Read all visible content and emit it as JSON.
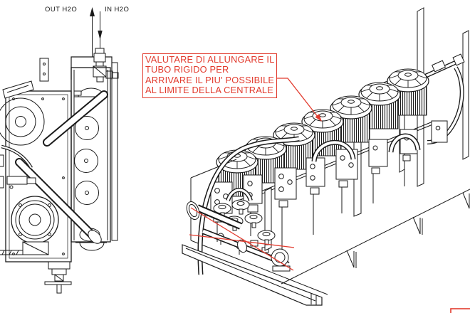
{
  "colors": {
    "line": "#1a1a1a",
    "annotation_red": "#e23b2e",
    "background": "#ffffff"
  },
  "left_view": {
    "water_out_label": "OUT H2O",
    "water_in_label": "IN H2O"
  },
  "annotation_note": {
    "lines": [
      "VALUTARE DI ALLUNGARE IL",
      "TUBO RIGIDO PER",
      "ARRIVARE IL PIU' POSSIBILE",
      "AL LIMITE DELLA CENTRALE"
    ]
  }
}
